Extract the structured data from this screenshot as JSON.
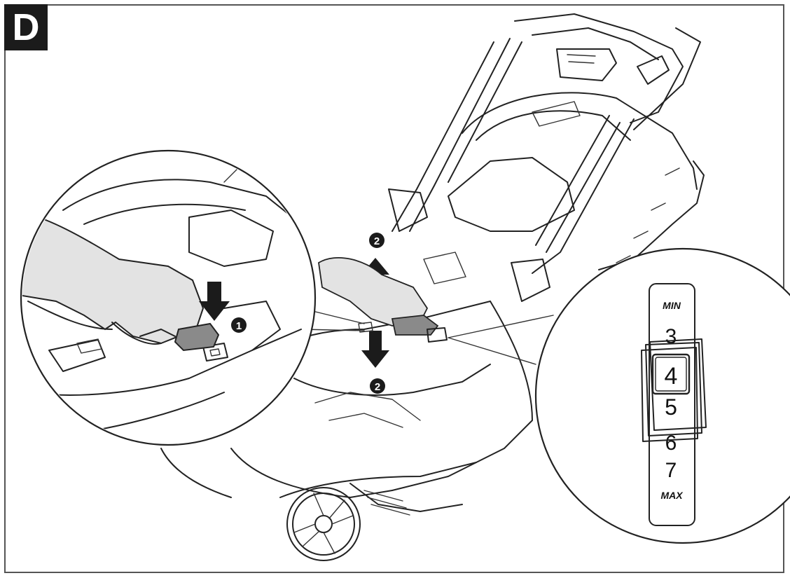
{
  "step_letter": "D",
  "callouts": {
    "press": "1",
    "adjust_up": "2",
    "adjust_down": "2"
  },
  "height_scale": {
    "min_label": "MIN",
    "max_label": "MAX",
    "levels": [
      "3",
      "4",
      "5",
      "6",
      "7"
    ],
    "selected": "4"
  },
  "colors": {
    "line": "#222222",
    "badge": "#1b1b1b",
    "hand_fill": "#e3e3e3",
    "pressed_fill": "#8a8a8a"
  }
}
